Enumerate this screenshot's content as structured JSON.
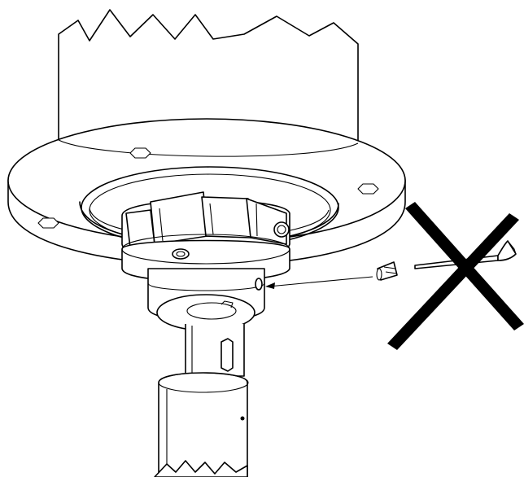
{
  "diagram": {
    "description_visible_text": "",
    "colors": {
      "line": "#000000",
      "background": "#ffffff"
    },
    "parts": [
      {
        "name": "upper-housing-broken"
      },
      {
        "name": "mounting-flange"
      },
      {
        "name": "coupling-hub"
      },
      {
        "name": "set-screw"
      },
      {
        "name": "hex-key"
      },
      {
        "name": "lower-shaft-broken"
      }
    ],
    "prohibition_mark": {
      "icon": "x-cross-icon",
      "meaning": "do-not-use"
    }
  }
}
